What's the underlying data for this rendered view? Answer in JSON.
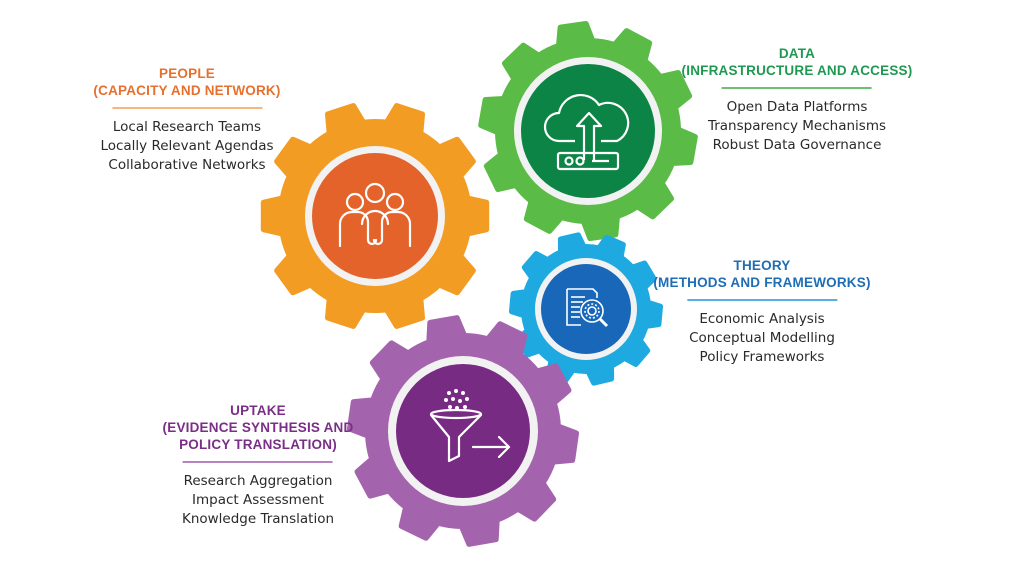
{
  "sections": {
    "people": {
      "title": "PEOPLE",
      "subtitle": "(CAPACITY AND NETWORK)",
      "items": [
        "Local Research Teams",
        "Locally Relevant Agendas",
        "Collaborative Networks"
      ],
      "icon": "people-group-icon",
      "colors": {
        "text": "#e8702e",
        "divider": "#f5b77e",
        "gear": "#f39c24",
        "inner": "#e4632a"
      }
    },
    "data": {
      "title": "DATA",
      "subtitle": "(INFRASTRUCTURE AND ACCESS)",
      "items": [
        "Open Data Platforms",
        "Transparency Mechanisms",
        "Robust Data Governance"
      ],
      "icon": "cloud-upload-server-icon",
      "colors": {
        "text": "#1e9a50",
        "divider": "#6cc070",
        "gear": "#5bbb47",
        "inner": "#0c8446"
      }
    },
    "theory": {
      "title": "THEORY",
      "subtitle": "(METHODS AND FRAMEWORKS)",
      "items": [
        "Economic Analysis",
        "Conceptual Modelling",
        "Policy Frameworks"
      ],
      "icon": "document-search-icon",
      "colors": {
        "text": "#1f6db5",
        "divider": "#5aaee0",
        "gear": "#1ea9e1",
        "inner": "#1867b8"
      }
    },
    "uptake": {
      "title": "UPTAKE",
      "subtitle1": "(EVIDENCE SYNTHESIS AND",
      "subtitle2": "POLICY TRANSLATION)",
      "items": [
        "Research Aggregation",
        "Impact Assessment",
        "Knowledge Translation"
      ],
      "icon": "funnel-arrow-icon",
      "colors": {
        "text": "#7b2e87",
        "divider": "#b784c0",
        "gear": "#a463ad",
        "inner": "#782b82"
      }
    }
  }
}
